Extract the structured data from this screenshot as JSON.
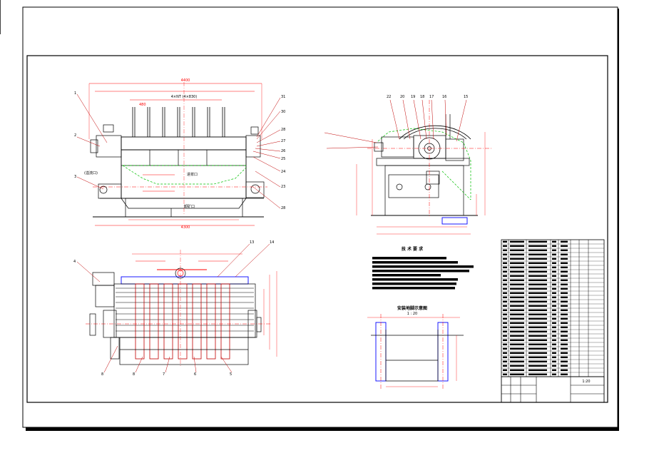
{
  "drawing": {
    "technical_requirements_title": "技 术 要 求",
    "foundation_view_title": "安装地脚示意图",
    "foundation_view_scale": "1 : 20",
    "feed_label": "进浆口",
    "discharge_label": "卸矿口",
    "overflow_label": "(溢流口)",
    "balloons_top": [
      "22",
      "20",
      "19",
      "18",
      "17",
      "16",
      "15"
    ],
    "balloons_left_front": [
      "1",
      "2",
      "3"
    ],
    "balloons_right_front": [
      "31",
      "30",
      "28",
      "27",
      "26",
      "25",
      "24",
      "23",
      "28"
    ],
    "balloons_bottom_plan": [
      "8",
      "8",
      "7",
      "6",
      "5"
    ],
    "balloons_plan_top": [
      "13",
      "14"
    ],
    "balloon_plan_left": "4",
    "title_block_scale": "1:20",
    "colors": {
      "line": "#000000",
      "frame": "#000000",
      "hidden": "#00c000",
      "centerline": "#ff0000",
      "highlight": "#0000ff",
      "dimension": "#ff0000"
    }
  }
}
